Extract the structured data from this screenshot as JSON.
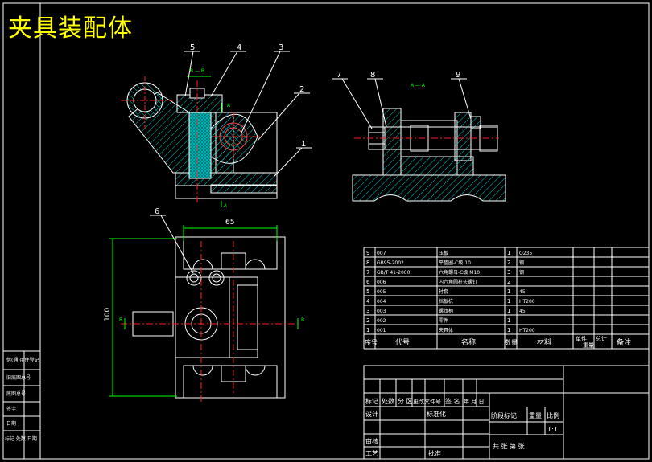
{
  "title": "夹具装配体",
  "callouts": [
    "1",
    "2",
    "3",
    "4",
    "5",
    "6",
    "7",
    "8",
    "9"
  ],
  "section_labels": {
    "b_b": "B — B",
    "a_a": "A — A",
    "a": "A",
    "b": "B",
    "b_side": "B"
  },
  "dimensions": {
    "width": "65",
    "height": "100"
  },
  "parts_list": {
    "rows": [
      {
        "no": "9",
        "code": "007",
        "name": "压板",
        "qty": "1",
        "material": "Q235"
      },
      {
        "no": "8",
        "code": "GB95-2002",
        "name": "平垫圈-C级 10",
        "qty": "2",
        "material": "钢"
      },
      {
        "no": "7",
        "code": "GB/T 41-2000",
        "name": "六角螺母-C级 M10",
        "qty": "3",
        "material": "钢"
      },
      {
        "no": "6",
        "code": "006",
        "name": "内六角圆柱头螺钉",
        "qty": "2",
        "material": ""
      },
      {
        "no": "5",
        "code": "005",
        "name": "衬套",
        "qty": "1",
        "material": "45"
      },
      {
        "no": "4",
        "code": "004",
        "name": "挡板杭",
        "qty": "1",
        "material": "HT200"
      },
      {
        "no": "3",
        "code": "003",
        "name": "螺纹柄",
        "qty": "1",
        "material": "45"
      },
      {
        "no": "2",
        "code": "002",
        "name": "零件",
        "qty": "1",
        "material": ""
      },
      {
        "no": "1",
        "code": "001",
        "name": "夹具体",
        "qty": "1",
        "material": "HT200"
      }
    ],
    "header": {
      "no": "序号",
      "code": "代号",
      "name": "名称",
      "qty": "数量",
      "material": "材料",
      "unit": "单件",
      "total": "总计",
      "weight": "重量",
      "remark": "备注"
    }
  },
  "title_block": {
    "mark": "标记",
    "count": "处数",
    "zone": "分 区",
    "change_doc": "更改文件号",
    "sign": "签 名",
    "date": "年.月.日",
    "design": "设计",
    "standard": "标准化",
    "stage": "阶段标记",
    "weight": "重量",
    "scale": "比例",
    "scale_value": "1:1",
    "review": "审核",
    "process": "工艺",
    "approve": "批准",
    "sheets": "共 张 第 张"
  },
  "left_strip": [
    "借(通)用件登记",
    "旧底图总号",
    "底图总号",
    "签字",
    "日期",
    "标记 处数 日期"
  ]
}
